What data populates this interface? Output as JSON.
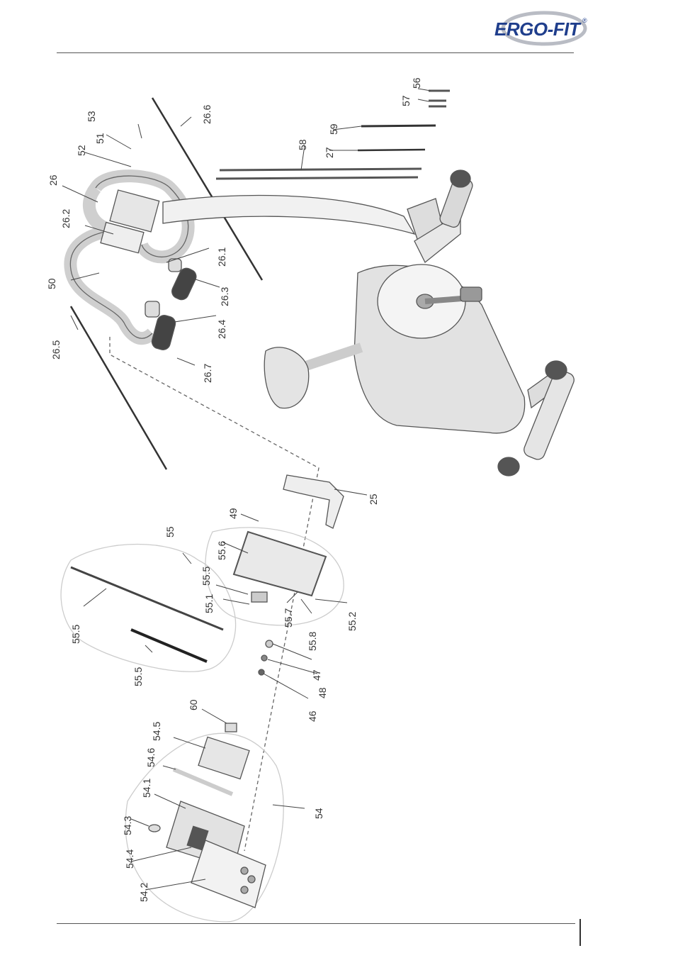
{
  "brand": {
    "logo_text": "ERGO-FIT",
    "registered_mark": "®"
  },
  "labels": {
    "p26_6": "26.6",
    "p56": "56",
    "p57": "57",
    "p53": "53",
    "p51": "51",
    "p52": "52",
    "p59": "59",
    "p58": "58",
    "p27": "27",
    "p26": "26",
    "p26_2": "26.2",
    "p26_1": "26.1",
    "p50": "50",
    "p26_3": "26.3",
    "p26_4": "26.4",
    "p26_5": "26.5",
    "p26_7": "26.7",
    "p25": "25",
    "p49": "49",
    "p55": "55",
    "p55_6": "55.6",
    "p55_5a": "55.5",
    "p55_1": "55.1",
    "p55_7": "55.7",
    "p55_2": "55.2",
    "p55_8": "55.8",
    "p55_5b": "55.5",
    "p55_5c": "55.5",
    "p47": "47",
    "p48": "48",
    "p46": "46",
    "p60": "60",
    "p54_5": "54.5",
    "p54_6": "54.6",
    "p54_1": "54.1",
    "p54_3": "54.3",
    "p54_4": "54.4",
    "p54_2": "54.2",
    "p54": "54"
  }
}
